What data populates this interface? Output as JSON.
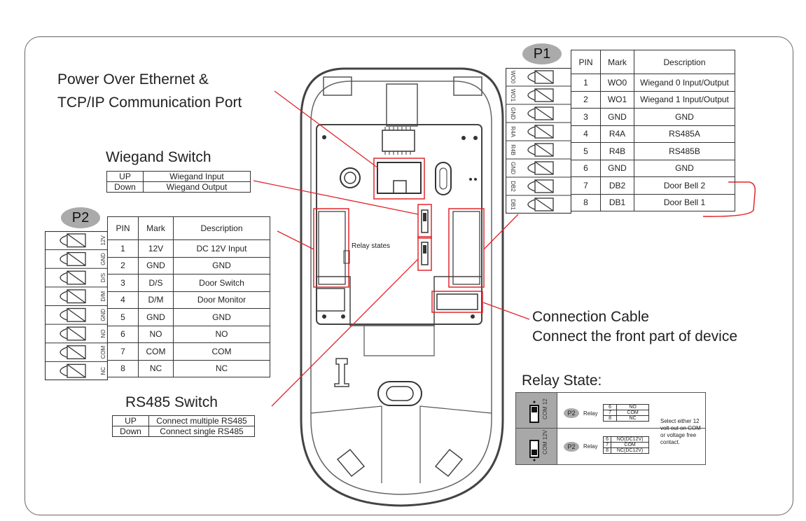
{
  "callouts": {
    "poe_line1": "Power Over Ethernet &",
    "poe_line2": "TCP/IP Communication Port",
    "wiegand_switch": "Wiegand Switch",
    "rs485_switch": "RS485 Switch",
    "conn_line1": "Connection Cable",
    "conn_line2": "Connect  the front part of device",
    "relay_state": "Relay State:",
    "relay_states_small": "Relay states"
  },
  "wiegand_switch_table": [
    {
      "pos": "UP",
      "desc": "Wiegand Input"
    },
    {
      "pos": "Down",
      "desc": "Wiegand Output"
    }
  ],
  "rs485_switch_table": [
    {
      "pos": "UP",
      "desc": "Connect multiple RS485"
    },
    {
      "pos": "Down",
      "desc": "Connect single RS485"
    }
  ],
  "p1": {
    "tag": "P1",
    "headers": [
      "PIN",
      "Mark",
      "Description"
    ],
    "rows": [
      {
        "pin": "1",
        "mark": "WO0",
        "desc": "Wiegand 0 Input/Output"
      },
      {
        "pin": "2",
        "mark": "WO1",
        "desc": "Wiegand 1 Input/Output"
      },
      {
        "pin": "3",
        "mark": "GND",
        "desc": "GND"
      },
      {
        "pin": "4",
        "mark": "R4A",
        "desc": "RS485A"
      },
      {
        "pin": "5",
        "mark": "R4B",
        "desc": "RS485B"
      },
      {
        "pin": "6",
        "mark": "GND",
        "desc": "GND"
      },
      {
        "pin": "7",
        "mark": "DB2",
        "desc": "Door Bell 2"
      },
      {
        "pin": "8",
        "mark": "DB1",
        "desc": "Door Bell 1"
      }
    ],
    "connector_labels": [
      "WO0",
      "WO1",
      "GND",
      "R4A",
      "R4B",
      "GND",
      "DB2",
      "DB1"
    ]
  },
  "p2": {
    "tag": "P2",
    "headers": [
      "PIN",
      "Mark",
      "Description"
    ],
    "rows": [
      {
        "pin": "1",
        "mark": "12V",
        "desc": "DC 12V Input"
      },
      {
        "pin": "2",
        "mark": "GND",
        "desc": "GND"
      },
      {
        "pin": "3",
        "mark": "D/S",
        "desc": "Door Switch"
      },
      {
        "pin": "4",
        "mark": "D/M",
        "desc": "Door Monitor"
      },
      {
        "pin": "5",
        "mark": "GND",
        "desc": "GND"
      },
      {
        "pin": "6",
        "mark": "NO",
        "desc": "NO"
      },
      {
        "pin": "7",
        "mark": "COM",
        "desc": "COM"
      },
      {
        "pin": "8",
        "mark": "NC",
        "desc": "NC"
      }
    ],
    "connector_labels": [
      "12V",
      "GND",
      "D/S",
      "D/M",
      "GND",
      "NO",
      "COM",
      "NC"
    ]
  },
  "relay_box": {
    "jumper_label": "COM 12V",
    "p2_tag": "P2",
    "relay_label": "Relay",
    "rows_top": [
      {
        "pin": "6",
        "name": "NO"
      },
      {
        "pin": "7",
        "name": "COM"
      },
      {
        "pin": "8",
        "name": "NC"
      }
    ],
    "rows_bottom": [
      {
        "pin": "6",
        "name": "NO(DC12V)"
      },
      {
        "pin": "7",
        "name": "COM"
      },
      {
        "pin": "8",
        "name": "NC(DC12V)"
      }
    ],
    "note": "Select either 12 volt out on COM or voltage free contact."
  },
  "colors": {
    "highlight_red": "#e0262b",
    "device_gray": "#555555",
    "tag_gray": "#aaaaaa"
  }
}
